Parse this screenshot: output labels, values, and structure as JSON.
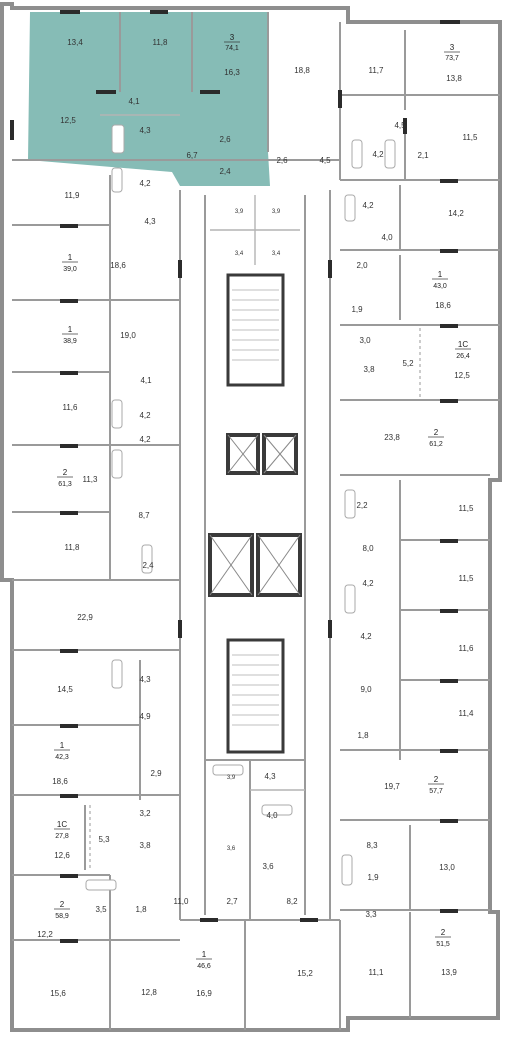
{
  "highlight_color": "#86bcb6",
  "apartments": [
    {
      "id": "a1",
      "rooms": "3",
      "total": "74,1"
    },
    {
      "id": "a2",
      "rooms": "3",
      "total": "73,7"
    },
    {
      "id": "a3",
      "rooms": "1",
      "total": "39,0"
    },
    {
      "id": "a4",
      "rooms": "1",
      "total": "43,0"
    },
    {
      "id": "a5",
      "rooms": "1",
      "total": "38,9"
    },
    {
      "id": "a6",
      "rooms": "1С",
      "total": "26,4"
    },
    {
      "id": "a7",
      "rooms": "2",
      "total": "61,3"
    },
    {
      "id": "a8",
      "rooms": "2",
      "total": "61,2"
    },
    {
      "id": "a9",
      "rooms": "1",
      "total": "42,3"
    },
    {
      "id": "a10",
      "rooms": "2",
      "total": "57,7"
    },
    {
      "id": "a11",
      "rooms": "1С",
      "total": "27,8"
    },
    {
      "id": "a12",
      "rooms": "2",
      "total": "58,9"
    },
    {
      "id": "a13",
      "rooms": "2",
      "total": "51,5"
    },
    {
      "id": "a14",
      "rooms": "1",
      "total": "46,6"
    }
  ],
  "rooms": [
    "13,4",
    "11,8",
    "16,3",
    "12,5",
    "4,1",
    "4,3",
    "6,7",
    "2,6",
    "2,4",
    "18,8",
    "2,6",
    "4,5",
    "11,7",
    "13,8",
    "4,5",
    "11,5",
    "4,2",
    "2,1",
    "11,9",
    "4,2",
    "4,3",
    "18,6",
    "3,9",
    "3,9",
    "3,4",
    "3,4",
    "4,2",
    "14,2",
    "4,0",
    "2,0",
    "18,6",
    "1,9",
    "19,0",
    "3,0",
    "3,8",
    "5,2",
    "12,5",
    "4,1",
    "11,6",
    "4,2",
    "4,2",
    "23,8",
    "11,3",
    "2,2",
    "8,7",
    "11,5",
    "8,0",
    "11,8",
    "2,4",
    "4,2",
    "11,5",
    "22,9",
    "4,2",
    "11,6",
    "9,0",
    "4,3",
    "14,5",
    "4,9",
    "11,4",
    "1,8",
    "18,6",
    "2,9",
    "3,9",
    "4,3",
    "19,7",
    "4,0",
    "3,2",
    "5,3",
    "3,8",
    "3,6",
    "3,6",
    "8,3",
    "12,6",
    "13,0",
    "1,9",
    "3,5",
    "1,8",
    "11,0",
    "2,7",
    "8,2",
    "3,3",
    "12,2",
    "15,6",
    "12,8",
    "16,9",
    "15,2",
    "11,1",
    "13,9"
  ]
}
